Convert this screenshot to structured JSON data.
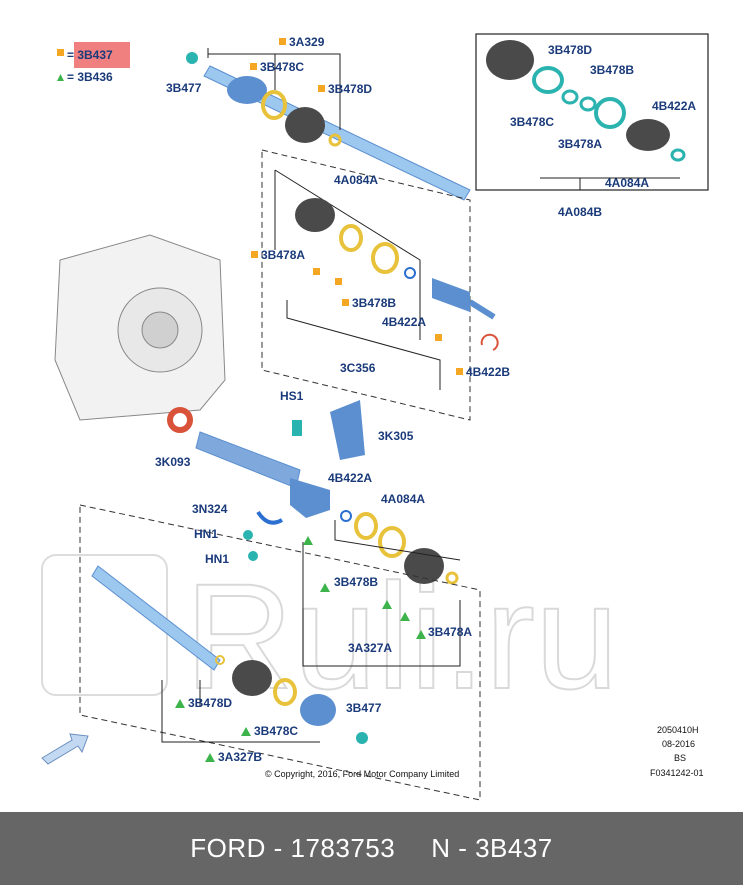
{
  "legend": [
    {
      "marker": "square",
      "text": "= 3B437",
      "highlighted": true
    },
    {
      "marker": "triangle",
      "text": "= 3B436",
      "highlighted": false
    }
  ],
  "colors": {
    "square_marker": "#f5a623",
    "triangle_marker": "#3cb44b",
    "label_text": "#1a3a7a",
    "highlight_bg": "#f08080",
    "part_blue": "#5b8fd0",
    "ring_yellow": "#e8c23a",
    "ring_teal": "#2bb3b0",
    "boot_dark": "#4a4a4a",
    "seal_red": "#d9533a",
    "footer_bg": "#666666"
  },
  "labels": [
    {
      "id": "3A329",
      "text": "3A329",
      "marker": "square"
    },
    {
      "id": "3B477-top",
      "text": "3B477",
      "marker": "none"
    },
    {
      "id": "3B478C-top",
      "text": "3B478C",
      "marker": "square"
    },
    {
      "id": "3B478D-top",
      "text": "3B478D",
      "marker": "square"
    },
    {
      "id": "4A084A-top",
      "text": "4A084A",
      "marker": "none"
    },
    {
      "id": "3B478A-mid",
      "text": "3B478A",
      "marker": "square"
    },
    {
      "id": "3B478B-mid",
      "text": "3B478B",
      "marker": "square"
    },
    {
      "id": "4B422A-mid",
      "text": "4B422A",
      "marker": "none"
    },
    {
      "id": "3C356",
      "text": "3C356",
      "marker": "none"
    },
    {
      "id": "4B422B",
      "text": "4B422B",
      "marker": "square"
    },
    {
      "id": "HS1",
      "text": "HS1",
      "marker": "none"
    },
    {
      "id": "3K305",
      "text": "3K305",
      "marker": "none"
    },
    {
      "id": "3K093",
      "text": "3K093",
      "marker": "none"
    },
    {
      "id": "4B422A-low",
      "text": "4B422A",
      "marker": "none"
    },
    {
      "id": "4A084A-low",
      "text": "4A084A",
      "marker": "none"
    },
    {
      "id": "3N324",
      "text": "3N324",
      "marker": "none"
    },
    {
      "id": "HN1-a",
      "text": "HN1",
      "marker": "none"
    },
    {
      "id": "HN1-b",
      "text": "HN1",
      "marker": "none"
    },
    {
      "id": "3B478B-low",
      "text": "3B478B",
      "marker": "triangle"
    },
    {
      "id": "3B478A-low",
      "text": "3B478A",
      "marker": "triangle"
    },
    {
      "id": "3A327A",
      "text": "3A327A",
      "marker": "none"
    },
    {
      "id": "3B478D-low",
      "text": "3B478D",
      "marker": "triangle"
    },
    {
      "id": "3B477-low",
      "text": "3B477",
      "marker": "none"
    },
    {
      "id": "3B478C-low",
      "text": "3B478C",
      "marker": "triangle"
    },
    {
      "id": "3A327B",
      "text": "3A327B",
      "marker": "triangle"
    },
    {
      "id": "inset-3B478D",
      "text": "3B478D",
      "marker": "none"
    },
    {
      "id": "inset-3B478B",
      "text": "3B478B",
      "marker": "none"
    },
    {
      "id": "inset-3B478C",
      "text": "3B478C",
      "marker": "none"
    },
    {
      "id": "inset-4B422A",
      "text": "4B422A",
      "marker": "none"
    },
    {
      "id": "inset-3B478A",
      "text": "3B478A",
      "marker": "none"
    },
    {
      "id": "inset-4A084A",
      "text": "4A084A",
      "marker": "none"
    },
    {
      "id": "inset-4A084B",
      "text": "4A084B",
      "marker": "none"
    }
  ],
  "metadata": {
    "code": "2050410H",
    "date": "08-2016",
    "region": "BS",
    "figure_id": "F0341242-01",
    "copyright": "© Copyright, 2016, Ford Motor Company Limited"
  },
  "watermark": "Ruli.ru",
  "footer": {
    "left": "FORD - 1783753",
    "right": "N - 3B437"
  }
}
